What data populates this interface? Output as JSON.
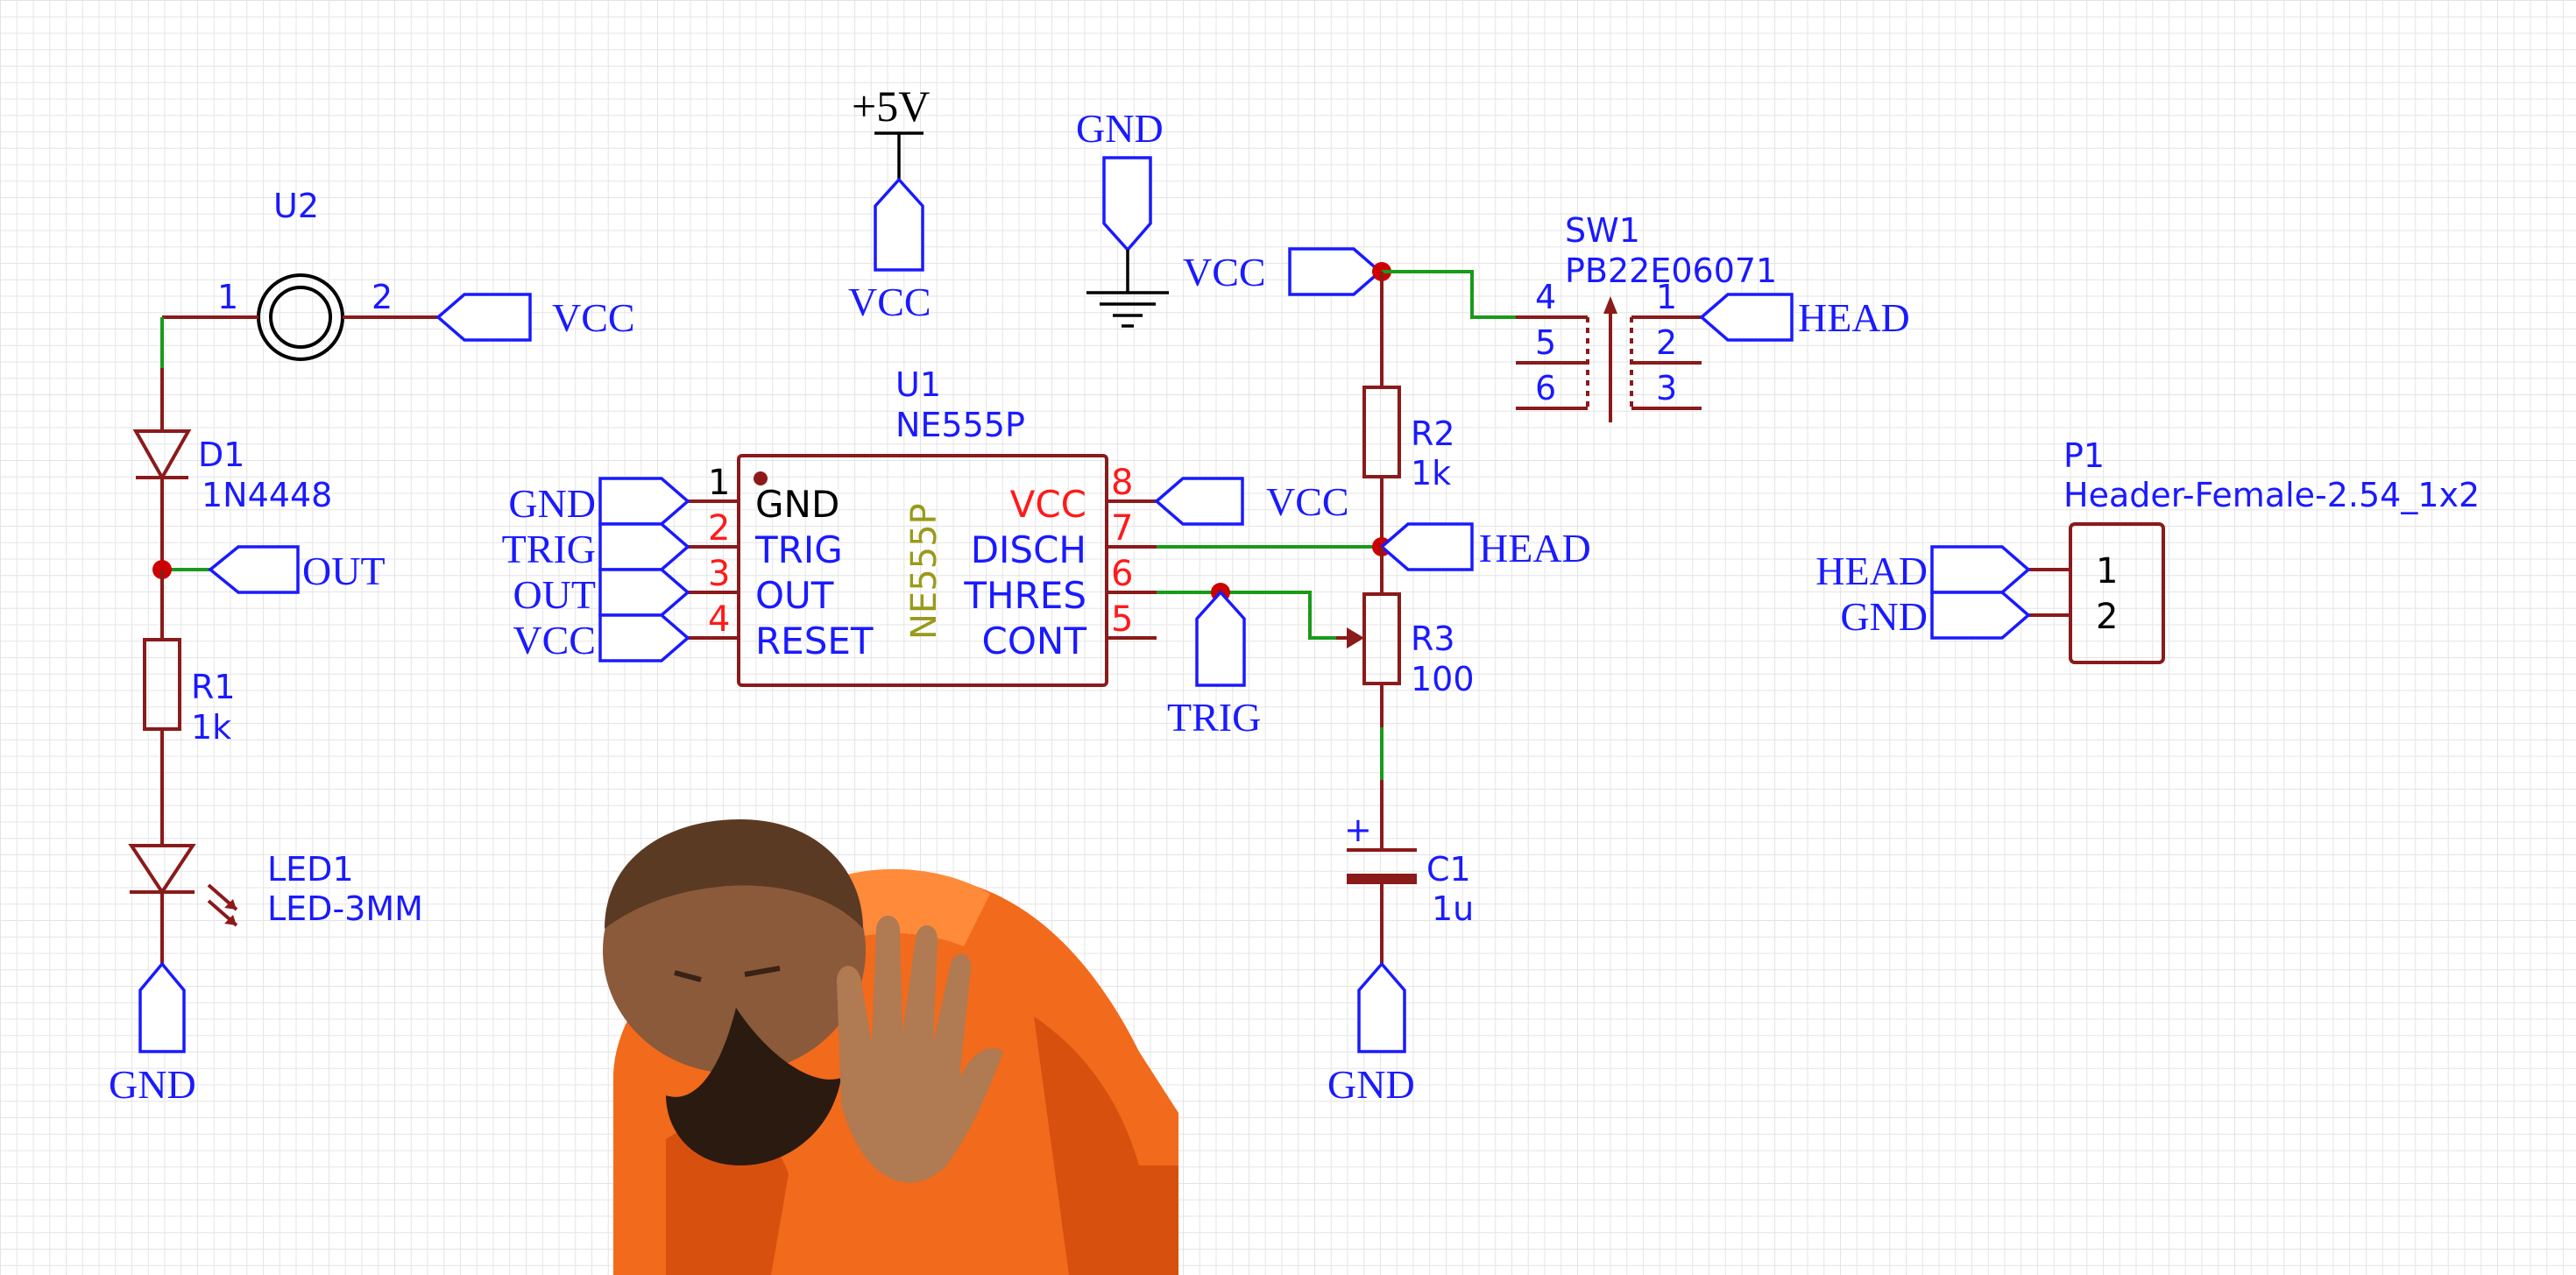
{
  "u2": {
    "ref": "U2",
    "pin1": "1",
    "pin2": "2",
    "net": "VCC"
  },
  "d1": {
    "ref": "D1",
    "value": "1N4448"
  },
  "out_flag": "OUT",
  "r1": {
    "ref": "R1",
    "value": "1k"
  },
  "led1": {
    "ref": "LED1",
    "value": "LED-3MM"
  },
  "gnd_left": "GND",
  "pwr5v": {
    "label": "+5V",
    "net": "VCC"
  },
  "gnd_top": "GND",
  "vcc_top": "VCC",
  "u1": {
    "ref": "U1",
    "value": "NE555P",
    "body_text": "NE555P",
    "left_pins": [
      {
        "net": "GND",
        "num": "1",
        "name": "GND"
      },
      {
        "net": "TRIG",
        "num": "2",
        "name": "TRIG"
      },
      {
        "net": "OUT",
        "num": "3",
        "name": "OUT"
      },
      {
        "net": "VCC",
        "num": "4",
        "name": "RESET"
      }
    ],
    "right_pins": [
      {
        "num": "8",
        "name": "VCC",
        "net": "VCC"
      },
      {
        "num": "7",
        "name": "DISCH",
        "net": "HEAD"
      },
      {
        "num": "6",
        "name": "THRES",
        "net": "TRIG"
      },
      {
        "num": "5",
        "name": "CONT",
        "net": ""
      }
    ]
  },
  "sw1": {
    "ref": "SW1",
    "value": "PB22E06071",
    "pins": [
      "4",
      "5",
      "6",
      "1",
      "2",
      "3"
    ],
    "net": "HEAD"
  },
  "r2": {
    "ref": "R2",
    "value": "1k"
  },
  "r3": {
    "ref": "R3",
    "value": "100"
  },
  "c1": {
    "ref": "C1",
    "value": "1u",
    "plus": "+"
  },
  "gnd_bottom": "GND",
  "trig_flag": "TRIG",
  "p1": {
    "ref": "P1",
    "value": "Header-Female-2.54_1x2",
    "pins": [
      "1",
      "2"
    ],
    "nets": [
      "HEAD",
      "GND"
    ]
  },
  "colors": {
    "component": "#8b1a1a",
    "wire": "#1a9a1a",
    "netflag": "#1a1aff",
    "junction": "#cc0000",
    "grid": "#e4e4e4",
    "pin_name_red": "#ff1a1a",
    "olive_text": "#9a9a1a"
  },
  "overlay": {
    "description_icon": "person-disapproving-gesture-icon"
  }
}
